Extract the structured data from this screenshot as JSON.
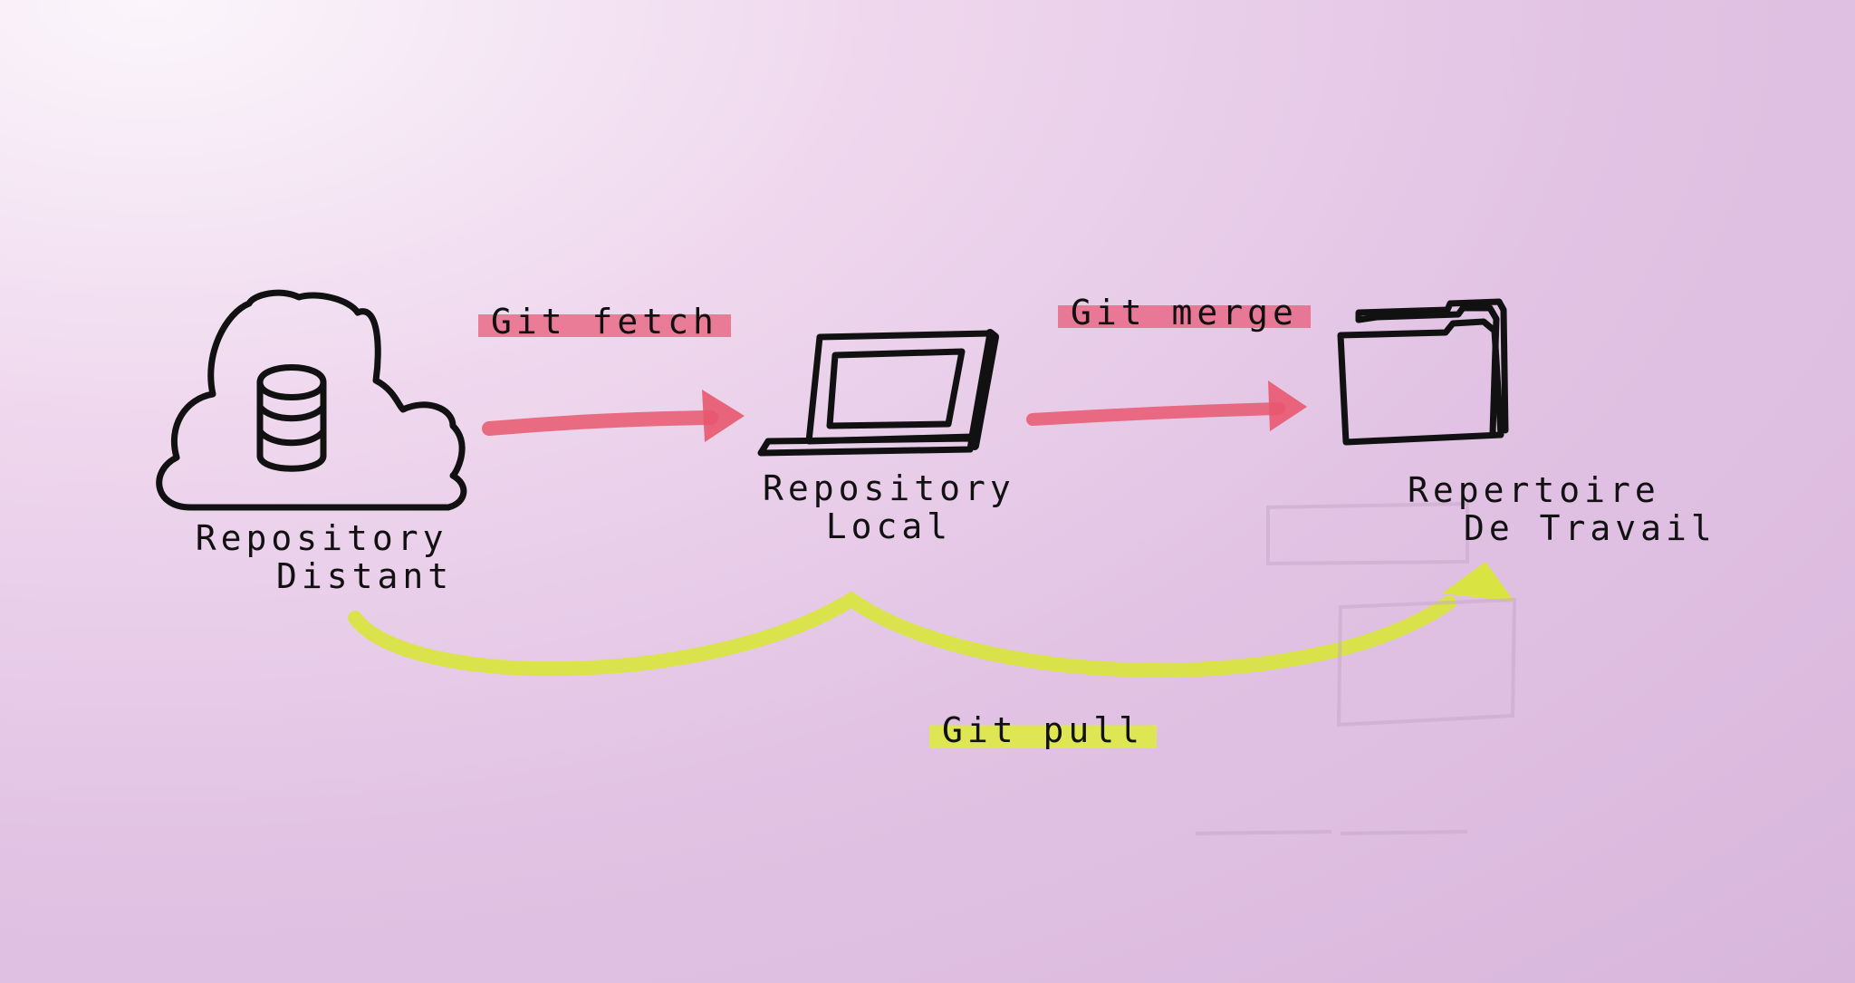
{
  "diagram": {
    "nodes": [
      {
        "id": "remote",
        "icon": "cloud-database-icon",
        "label_line1": "Repository",
        "label_line2": "Distant"
      },
      {
        "id": "local",
        "icon": "laptop-icon",
        "label_line1": "Repository",
        "label_line2": "Local"
      },
      {
        "id": "workdir",
        "icon": "folder-icon",
        "label_line1": "Repertoire",
        "label_line2": "De Travail"
      }
    ],
    "edges": [
      {
        "from": "remote",
        "to": "local",
        "label": "Git fetch",
        "color": "#e8586f"
      },
      {
        "from": "local",
        "to": "workdir",
        "label": "Git merge",
        "color": "#e8586f"
      },
      {
        "from": "remote",
        "to": "workdir",
        "label": "Git pull",
        "color": "#dde83a"
      }
    ]
  }
}
